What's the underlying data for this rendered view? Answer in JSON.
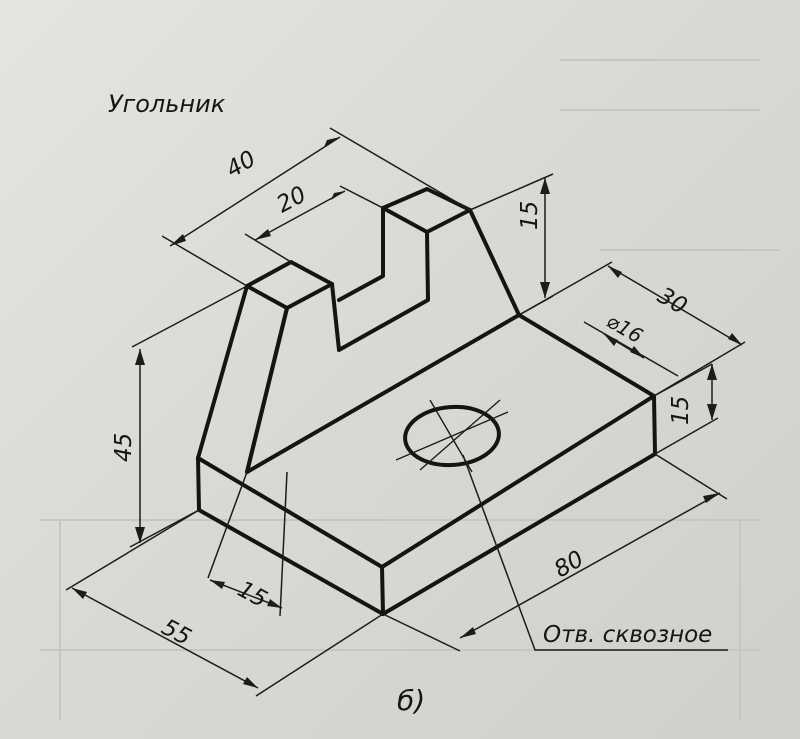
{
  "title": "Угольник",
  "hole_note": "Отв. сквозное",
  "caption": "б)",
  "dimensions": {
    "overall_width": "40",
    "slot_width": "20",
    "upright_height": "15",
    "depth": "30",
    "hole_diameter": "⌀16",
    "base_height": "15",
    "total_height": "45",
    "length": "80",
    "upright_thickness": "15",
    "base_width": "55"
  },
  "colors": {
    "ink": "#141414",
    "paper": "#dcdcd8"
  }
}
